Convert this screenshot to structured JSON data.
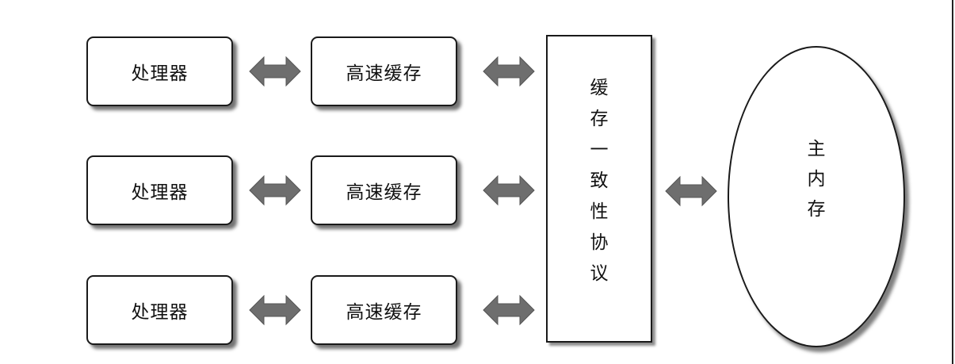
{
  "rows": [
    {
      "processor": "处理器",
      "cache": "高速缓存"
    },
    {
      "processor": "处理器",
      "cache": "高速缓存"
    },
    {
      "processor": "处理器",
      "cache": "高速缓存"
    }
  ],
  "protocol": {
    "chars": [
      "缓",
      "存",
      "一",
      "致",
      "性",
      "协",
      "议"
    ]
  },
  "memory": {
    "chars": [
      "主",
      "内",
      "存"
    ]
  },
  "colors": {
    "arrow_fill": "#6e6e6e",
    "border": "#1a1a1a"
  },
  "icons": {
    "arrow": "double-headed-arrow-icon"
  }
}
